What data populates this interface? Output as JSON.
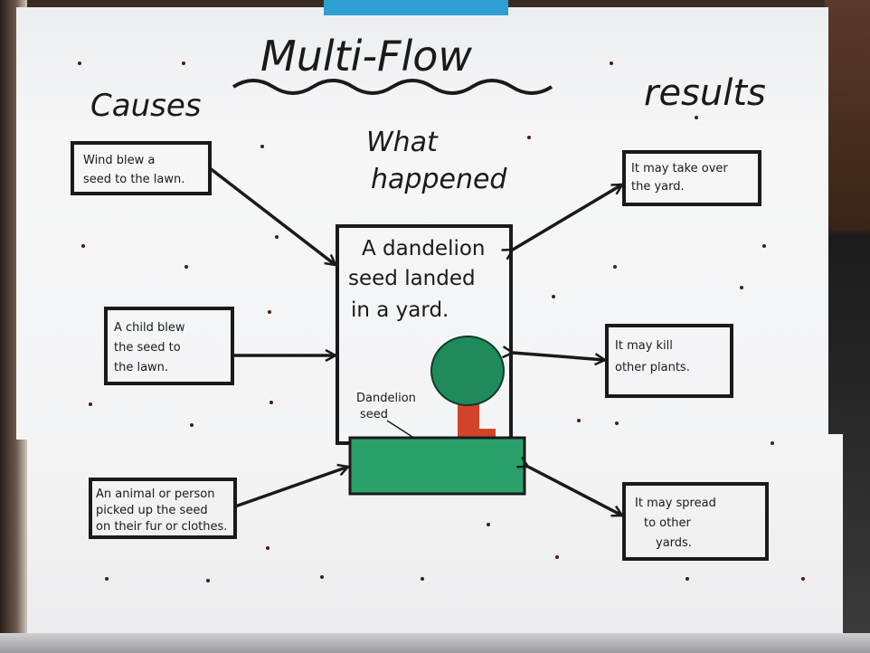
{
  "poster": {
    "title": "Multi-Flow",
    "causes_heading": "Causes",
    "results_heading": "results",
    "center_heading_line1": "What",
    "center_heading_line2": "happened",
    "center_text_line1": "A dandelion",
    "center_text_line2": "seed landed",
    "center_text_line3": "in a yard.",
    "drawing_label_line1": "Dandelion",
    "drawing_label_line2": "seed",
    "causes": [
      {
        "line1": "Wind blew a",
        "line2": "seed to the lawn."
      },
      {
        "line1": "A child blew",
        "line2": "the seed to",
        "line3": "the lawn."
      },
      {
        "line1": "An animal or person",
        "line2": "picked up the seed",
        "line3": "on their fur or clothes."
      }
    ],
    "results": [
      {
        "line1": "It may take over",
        "line2": "the yard."
      },
      {
        "line1": "It may kill",
        "line2": "other plants."
      },
      {
        "line1": "It may spread",
        "line2": "to other",
        "line3": "yards."
      }
    ]
  },
  "colors": {
    "ink": "#1a1a1a",
    "tree_green": "#1f8a5a",
    "grass_green": "#2aa06a",
    "trunk_red": "#d2432c",
    "tape_blue": "#2e9fd3"
  }
}
